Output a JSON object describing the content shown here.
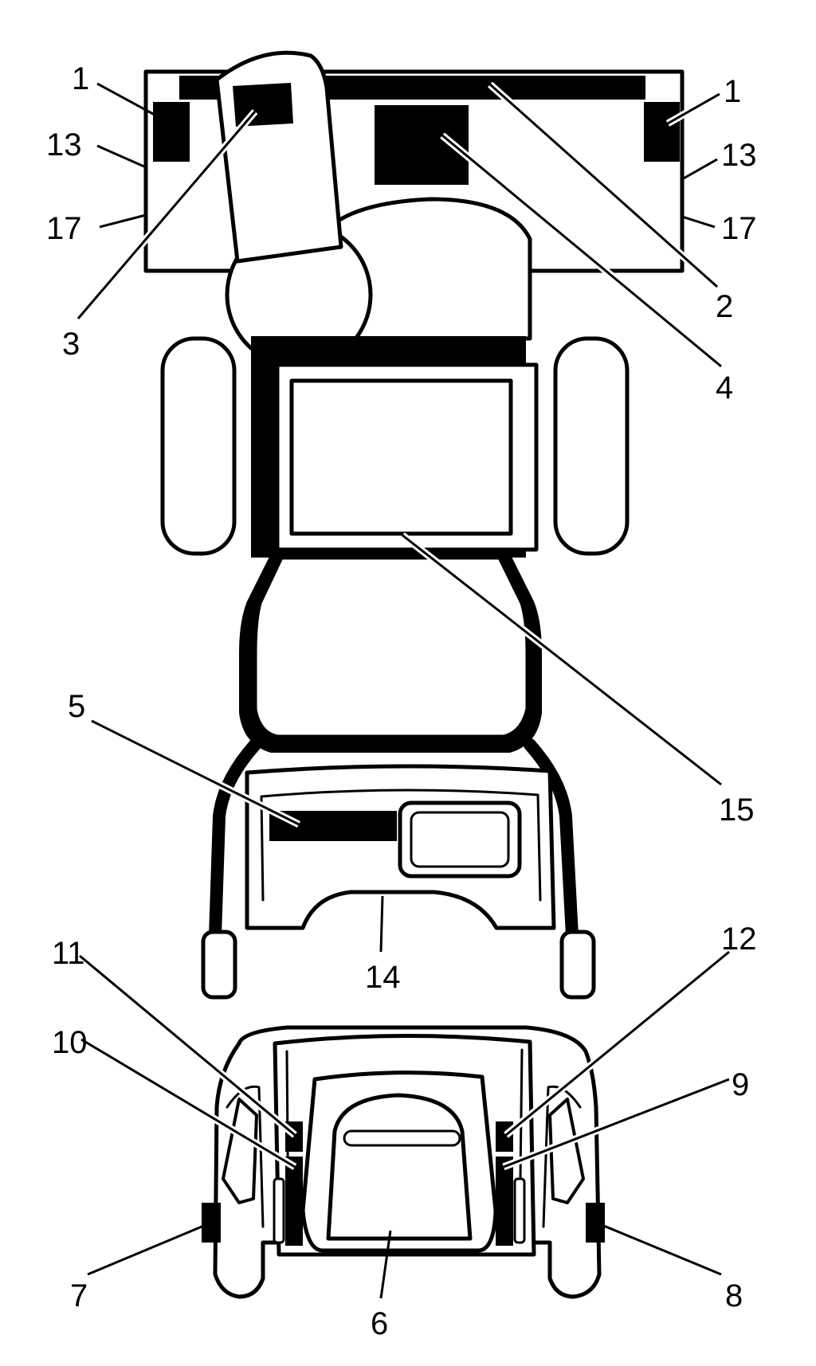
{
  "diagram": {
    "callouts": {
      "c1_left": "1",
      "c1_right": "1",
      "c2": "2",
      "c3": "3",
      "c4": "4",
      "c5": "5",
      "c6": "6",
      "c7": "7",
      "c8": "8",
      "c9": "9",
      "c10": "10",
      "c11": "11",
      "c12": "12",
      "c13_left": "13",
      "c13_right": "13",
      "c14": "14",
      "c15": "15",
      "c17_left": "17",
      "c17_right": "17"
    }
  }
}
